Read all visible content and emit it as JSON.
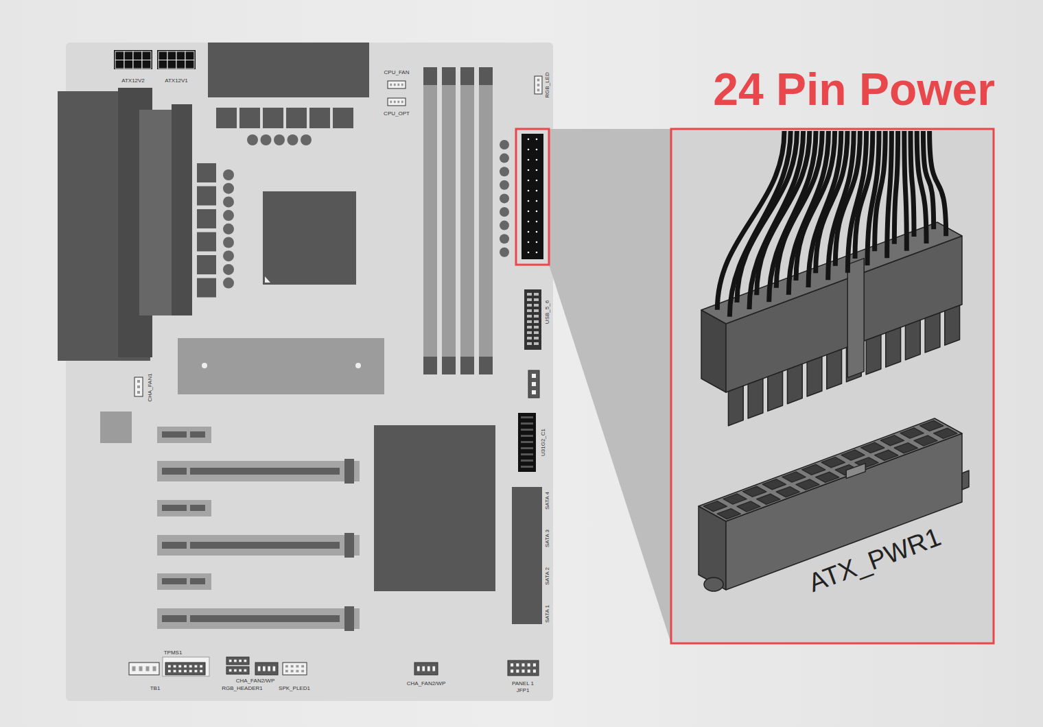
{
  "diagram": {
    "title": "24 Pin Power",
    "labels": [
      "ATX12V2",
      "ATX12V1",
      "CPU_FAN",
      "CPU_OPT",
      "RGB_LED",
      "USB_5_6",
      "CHA_FAN1",
      "U31G2_C1",
      "SATA 4",
      "SATA 3",
      "SATA 2",
      "SATA 1",
      "TPMS1",
      "TB1",
      "CHA_FAN2/WP",
      "RGB_HEADER1",
      "SPK_PLED1",
      "CHA_FAN2/WP",
      "PANEL 1",
      "JFP1",
      "ATX_PWR1"
    ]
  }
}
